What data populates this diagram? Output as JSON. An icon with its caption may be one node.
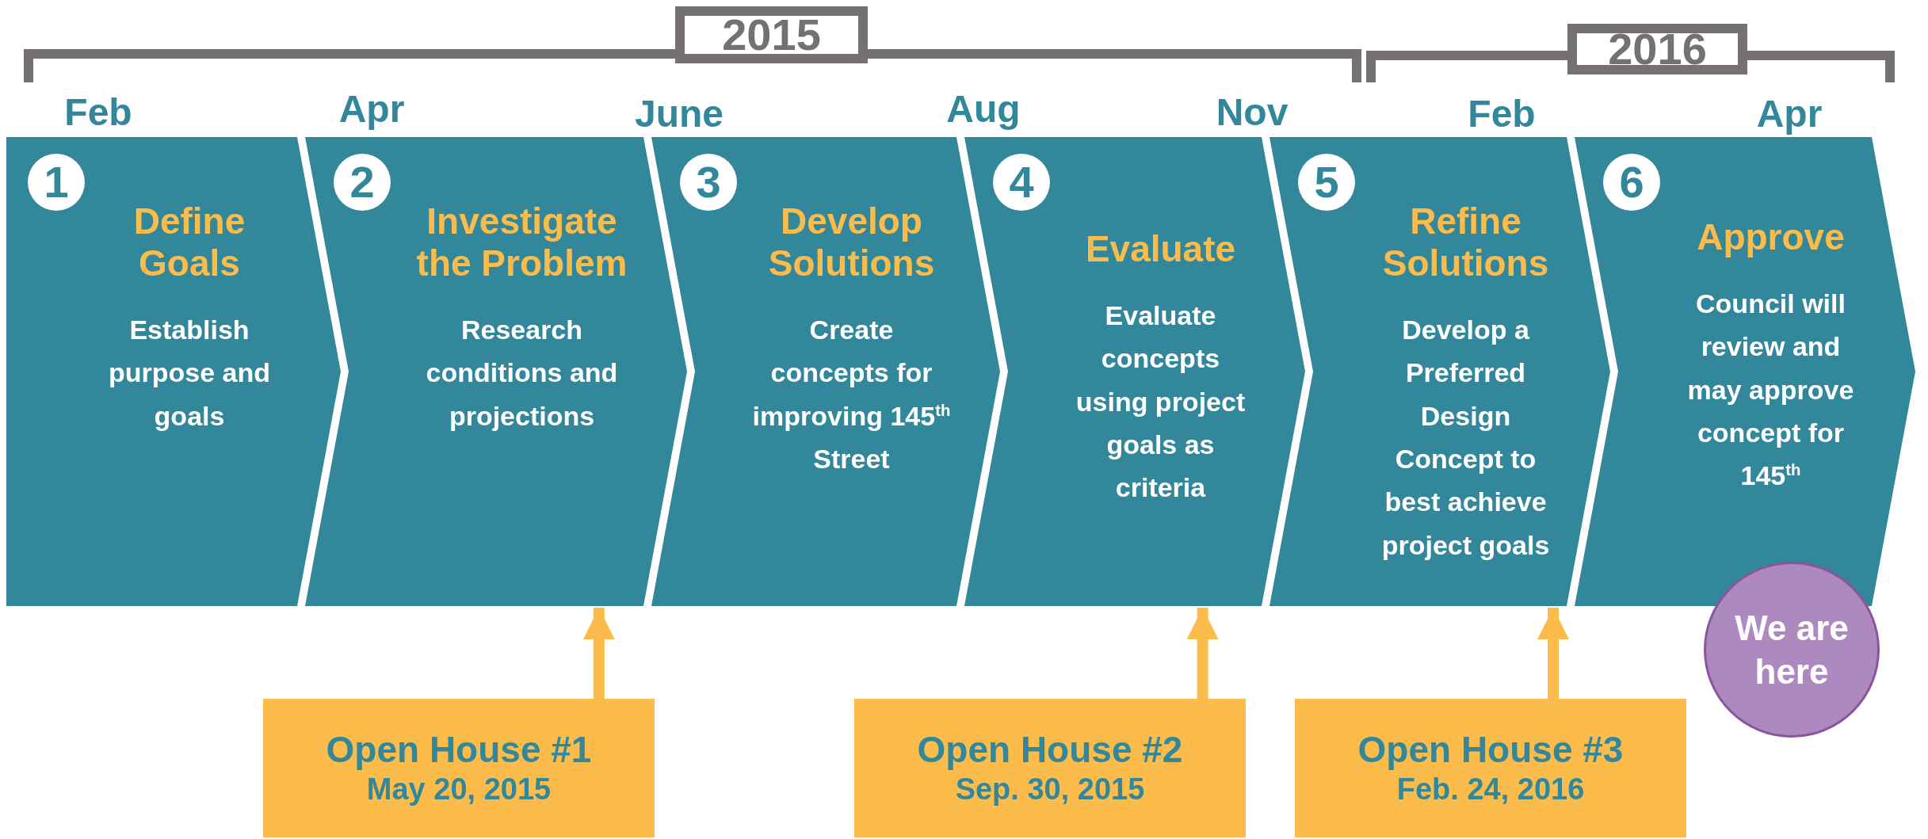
{
  "diagram": {
    "nodes": [
      {
        "text": [
          "1",
          "Define Goals",
          "Establish purpose and goals"
        ]
      },
      {
        "text": [
          "2",
          "Investigate the Problem",
          "Research conditions and projections"
        ]
      },
      {
        "text": [
          "3",
          "Develop Solutions",
          "Create concepts for improving 145$^{th}$ Street"
        ]
      },
      {
        "text": [
          "4",
          "Evaluate",
          "Evaluate concepts using project goals as criteria"
        ]
      },
      {
        "text": [
          "5",
          "Refine Solutions",
          "Develop a Preferred Design Concept to best achieve project goals"
        ]
      },
      {
        "text": [
          "6",
          "Approve",
          "Council will review and may approve concept for 145$^{th}$"
        ]
      },
      {
        "text": [
          "We are here"
        ]
      },
      {
        "text": [
          "Open House #1",
          "May 20, 2015"
        ]
      },
      {
        "text": [
          "Open House #2",
          "Sep. 30, 2015"
        ]
      },
      {
        "text": [
          "Open House #3",
          "Feb. 24, 2016"
        ]
      }
    ],
    "edges": [
      {
        "from": 7,
        "to": 1,
        "arrow": "to"
      },
      {
        "from": 8,
        "to": 3,
        "arrow": "to"
      },
      {
        "from": 9,
        "to": 4,
        "arrow": "to"
      }
    ],
    "labels": [
      "2015",
      "2016",
      "Feb",
      "Apr",
      "June",
      "Aug",
      "Nov",
      "Feb",
      "Apr"
    ]
  }
}
